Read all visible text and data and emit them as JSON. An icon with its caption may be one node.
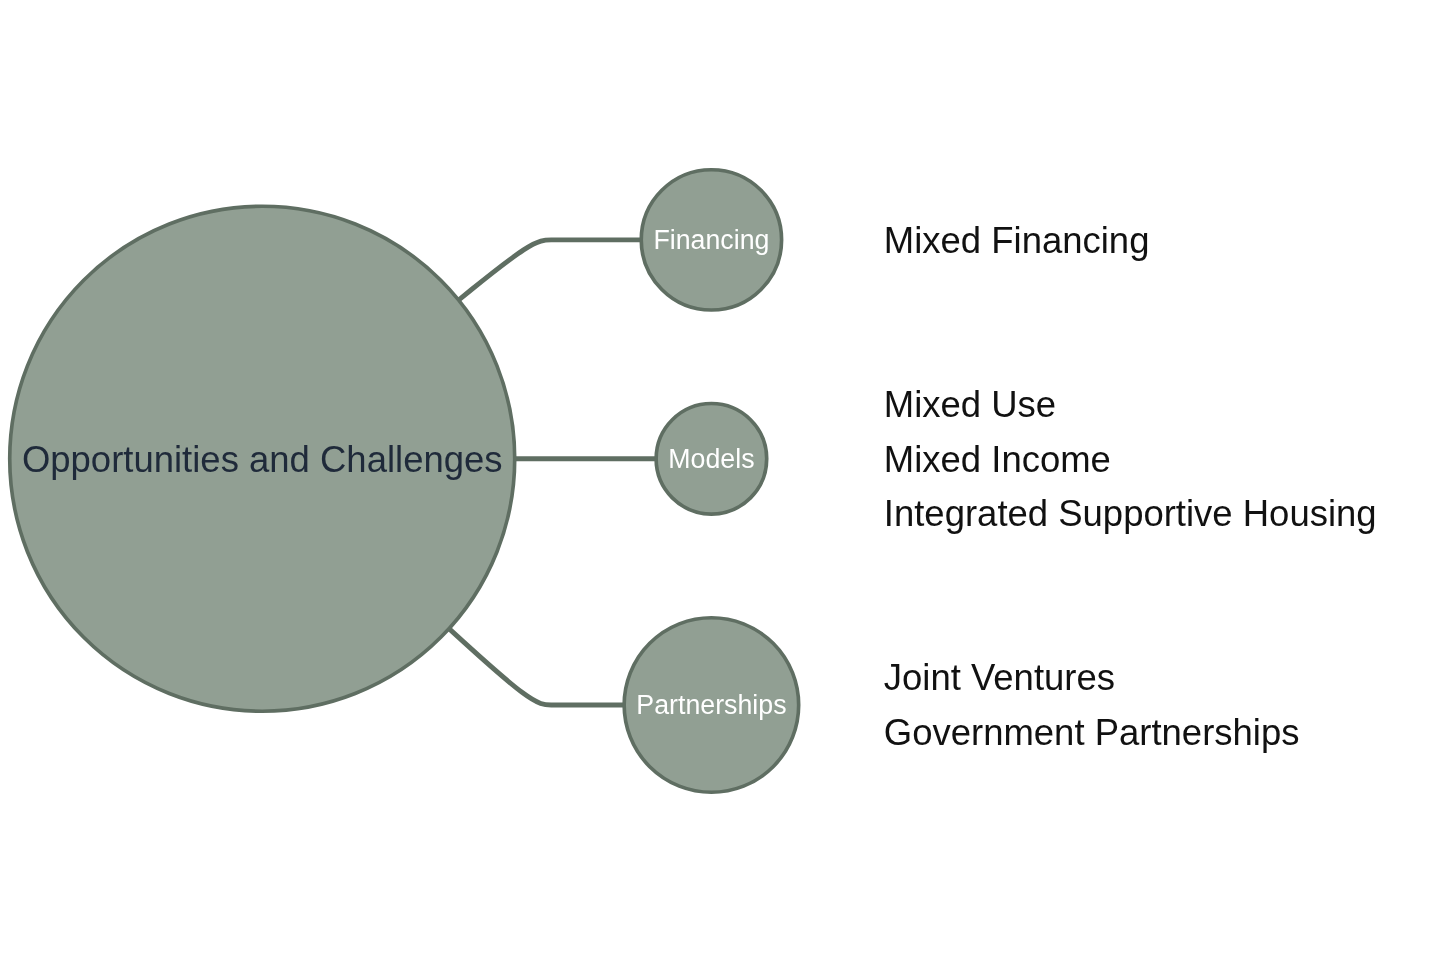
{
  "diagram": {
    "nodes": [
      {
        "text": [
          "Opportunities and Challenges"
        ]
      },
      {
        "text": [
          "Financing"
        ],
        "beside": [
          "Mixed Financing"
        ]
      },
      {
        "text": [
          "Models"
        ],
        "beside": [
          "Mixed Use",
          "Mixed Income",
          "Integrated Supportive Housing"
        ]
      },
      {
        "text": [
          "Partnerships"
        ],
        "beside": [
          "Joint Ventures",
          "Government Partnerships"
        ]
      }
    ],
    "edges": [
      {
        "from": 0,
        "to": 1,
        "arrow": "none"
      },
      {
        "from": 0,
        "to": 2,
        "arrow": "none"
      },
      {
        "from": 0,
        "to": 3,
        "arrow": "none"
      }
    ]
  }
}
